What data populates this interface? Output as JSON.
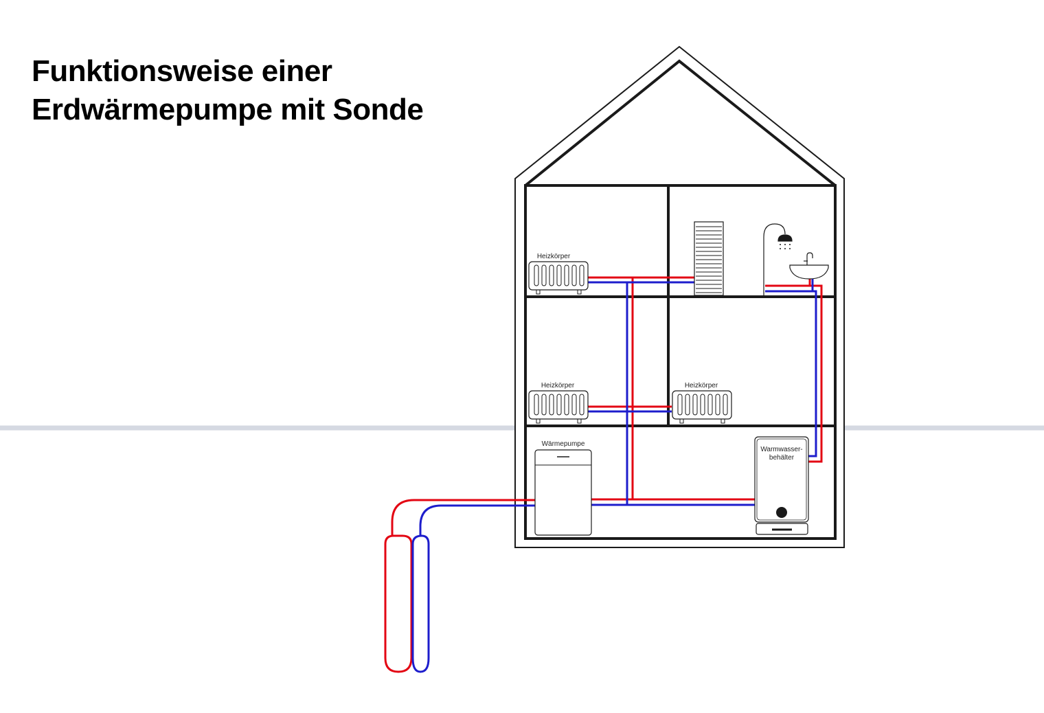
{
  "title": {
    "line1": "Funktionsweise einer",
    "line2": "Erdwärmepumpe mit Sonde"
  },
  "labels": {
    "radiator_top": "Heizkörper",
    "radiator_mid_left": "Heizkörper",
    "radiator_mid_right": "Heizkörper",
    "heat_pump": "Wärmepumpe",
    "water_tank_line1": "Warmwasser-",
    "water_tank_line2": "behälter"
  },
  "colors": {
    "supply_pipe": "#e30613",
    "return_pipe": "#1d1dcc",
    "ground_line": "#d5d9e2",
    "outline": "#1a1a1a"
  }
}
